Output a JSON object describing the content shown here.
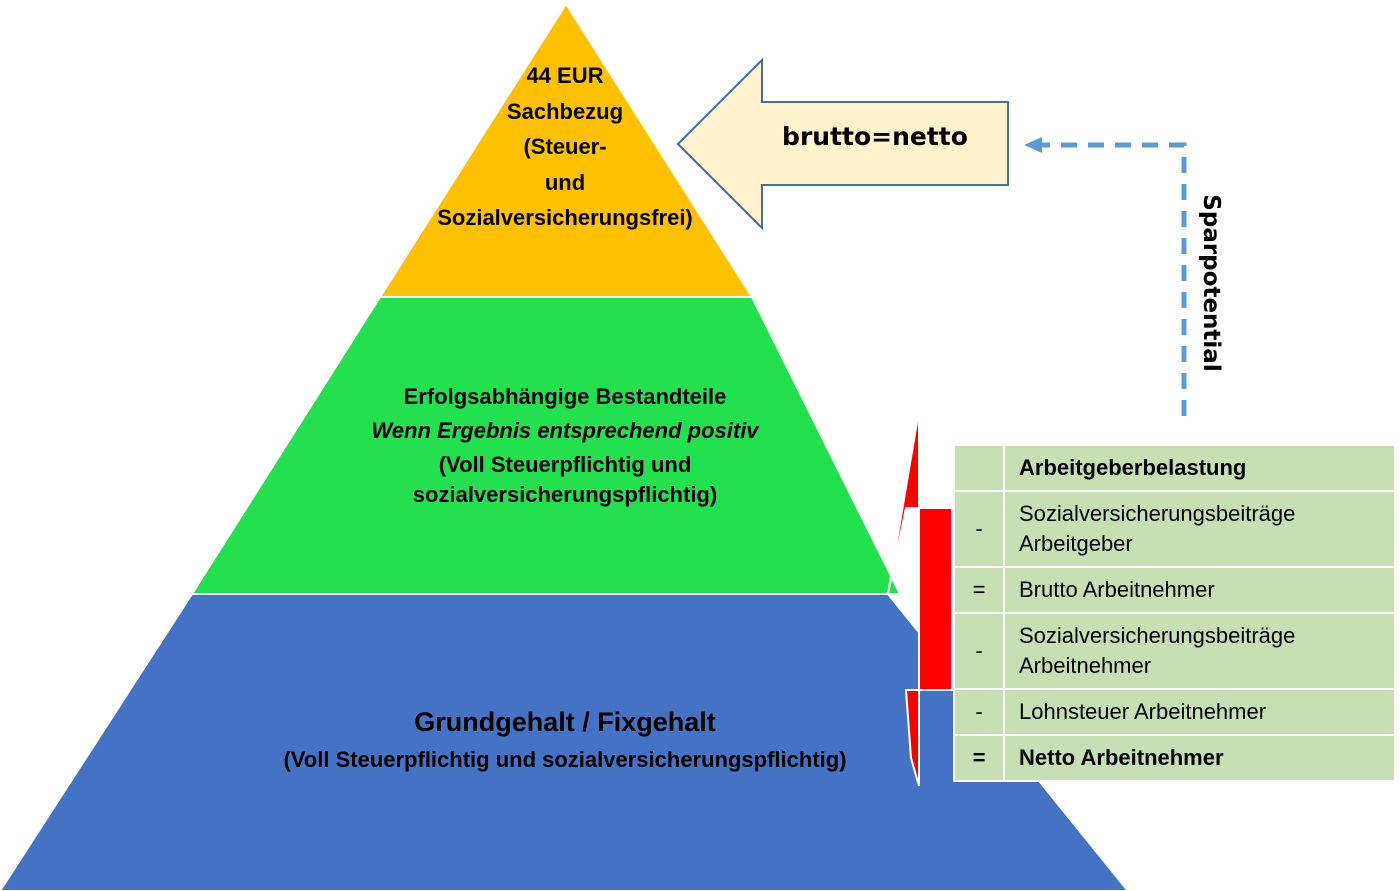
{
  "pyramid": {
    "top": {
      "lines": [
        "44 EUR",
        "Sachbezug",
        "(Steuer-",
        "und",
        "Sozialversicherungsfrei)"
      ],
      "color": "#ffc000"
    },
    "middle": {
      "line1": "Erfolgsabhängige Bestandteile",
      "line2": "Wenn Ergebnis entsprechend positiv",
      "line3": "(Voll Steuerpflichtig und",
      "line4": "sozialversicherungspflichtig)",
      "color": "#22e04e"
    },
    "bottom": {
      "title": "Grundgehalt / Fixgehalt",
      "subtitle": "(Voll Steuerpflichtig und sozialversicherungspflichtig)",
      "color": "#4472c4"
    }
  },
  "arrow": {
    "label": "brutto=netto",
    "color": "#fff2cc"
  },
  "side_label": "Sparpotential",
  "table": {
    "rows": [
      {
        "op": "",
        "label": "Arbeitgeberbelastung"
      },
      {
        "op": "-",
        "label": "Sozialversicherungsbeiträge Arbeitgeber"
      },
      {
        "op": "=",
        "label": "Brutto Arbeitnehmer"
      },
      {
        "op": "-",
        "label": "Sozialversicherungsbeiträge Arbeitnehmer"
      },
      {
        "op": "-",
        "label": "Lohnsteuer Arbeitnehmer"
      },
      {
        "op": "=",
        "label": "Netto Arbeitnehmer"
      }
    ],
    "color": "#c6e0b4"
  },
  "bracket_color": "#ff0000",
  "dashed_line_color": "#5b9bd5"
}
